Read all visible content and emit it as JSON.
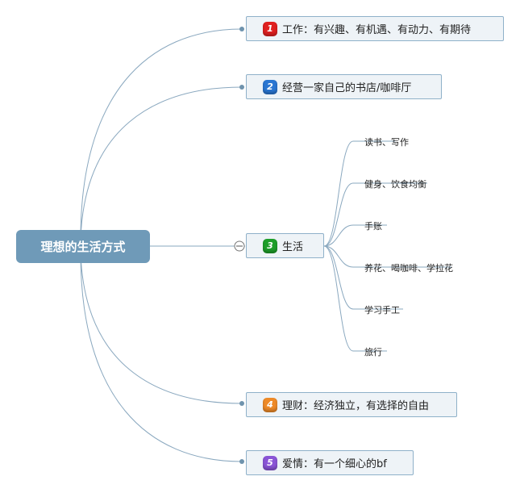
{
  "root": {
    "label": "理想的生活方式"
  },
  "topics": [
    {
      "number": "1",
      "text": "工作：有兴趣、有机遇、有动力、有期待",
      "color": "#e02020"
    },
    {
      "number": "2",
      "text": "经营一家自己的书店/咖啡厅",
      "color": "#2a76d2"
    },
    {
      "number": "3",
      "text": "生活",
      "color": "#1e9e2a"
    },
    {
      "number": "4",
      "text": "理财：经济独立，有选择的自由",
      "color": "#ee8a28"
    },
    {
      "number": "5",
      "text": "爱情：有一个细心的bf",
      "color": "#8a55d6"
    }
  ],
  "life_items": [
    "读书、写作",
    "健身、饮食均衡",
    "手账",
    "养花、喝咖啡、学拉花",
    "学习手工",
    "旅行"
  ],
  "colors": {
    "line": "#8aa8bf",
    "root": "#6f9ab8",
    "topic_fill": "#eef3f7",
    "topic_border": "#8fb1c9"
  }
}
